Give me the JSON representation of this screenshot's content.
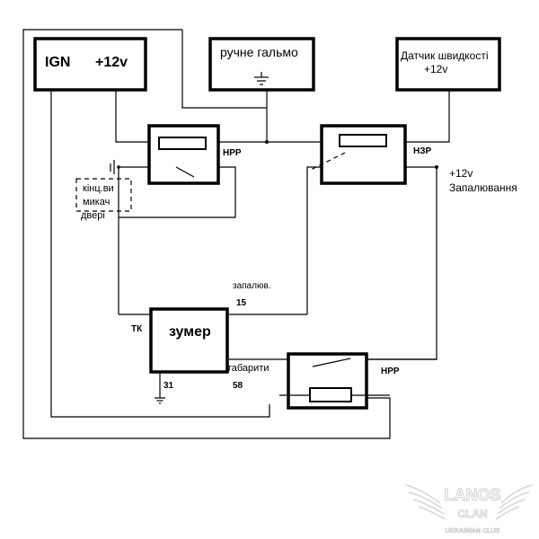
{
  "diagram": {
    "components": {
      "ign": {
        "label": "IGN",
        "voltage": "+12v"
      },
      "handbrake": {
        "label": "ручне гальмо",
        "symbol": "ground-icon"
      },
      "speed_sensor": {
        "label": "Датчик швидкості",
        "voltage": "+12v"
      },
      "relay_top_left": {
        "label": "НРР",
        "type": "normally-open relay"
      },
      "relay_top_right": {
        "label": "НЗР",
        "type": "normally-closed relay"
      },
      "relay_bottom": {
        "label": "НРР",
        "type": "normally-open relay"
      },
      "door_switch": {
        "label_lines": [
          "кінц.ви",
          "микач",
          "двері"
        ]
      },
      "buzzer": {
        "label": "зумер",
        "side_label": "ТК"
      }
    },
    "annotations": {
      "ignition_supply": {
        "line1": "+12v",
        "line2": "Запалювання"
      },
      "pin15": {
        "label": "запалюв.",
        "pin": "15"
      },
      "pin58": {
        "label": "габарити",
        "pin": "58"
      },
      "pin31": {
        "pin": "31"
      }
    },
    "watermark": {
      "line1": "LANOS",
      "line2": "CLAN",
      "line3": "UKRAINIAN CLUB"
    }
  }
}
